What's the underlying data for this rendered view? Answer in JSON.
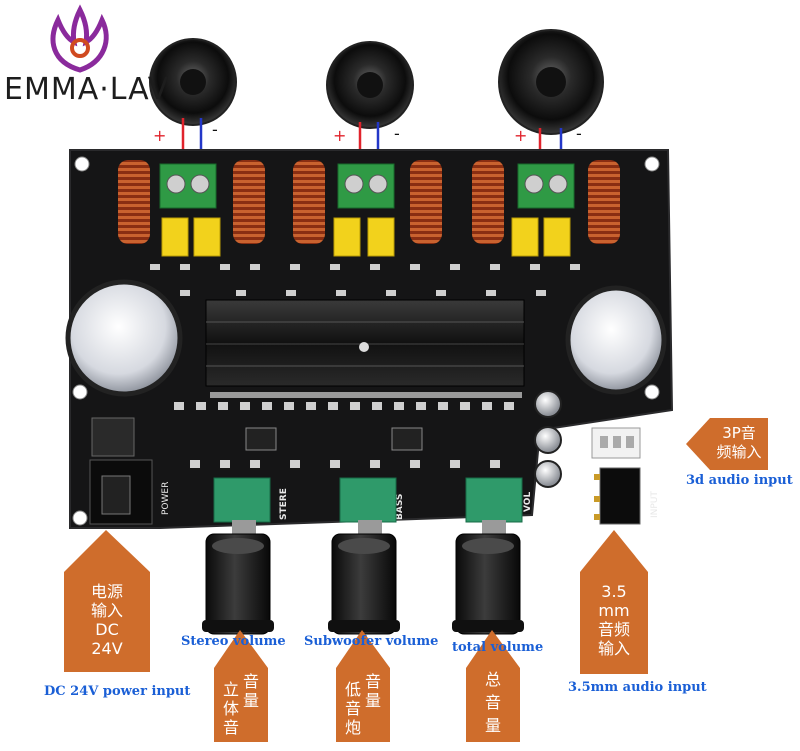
{
  "logo": {
    "text": "EMMA·LAV"
  },
  "speakers": [
    {
      "plus": "+",
      "minus": "-"
    },
    {
      "plus": "+",
      "minus": "-"
    },
    {
      "plus": "+",
      "minus": "-"
    }
  ],
  "board": {
    "pot_labels": [
      "STERE",
      "BASS",
      "VOL"
    ],
    "side_labels": {
      "power": "POWER",
      "input": "INPUT"
    }
  },
  "colors": {
    "pcb": "#151516",
    "callout": "#cf6d2c",
    "caption": "#1a5fd6",
    "wire_red": "#e0232c",
    "wire_blue": "#2337c8"
  },
  "callouts": {
    "power": {
      "lines": [
        "电源",
        "输入",
        "DC",
        "24V"
      ],
      "caption": "DC 24V power input"
    },
    "stereo": {
      "chars": [
        "音",
        "量",
        "立",
        "体",
        "音"
      ],
      "caption": "Stereo volume"
    },
    "bass": {
      "chars": [
        "音",
        "量",
        "低",
        "音",
        "炮"
      ],
      "caption": "Subwoofer volume"
    },
    "total": {
      "chars": [
        "总",
        "音",
        "量"
      ],
      "caption": "total volume"
    },
    "aux": {
      "lines": [
        "3.5",
        "mm",
        "音频",
        "输入"
      ],
      "caption": "3.5mm audio input"
    },
    "pin3": {
      "lines": [
        "3P音",
        "频输入"
      ],
      "caption": "3d audio input"
    }
  }
}
